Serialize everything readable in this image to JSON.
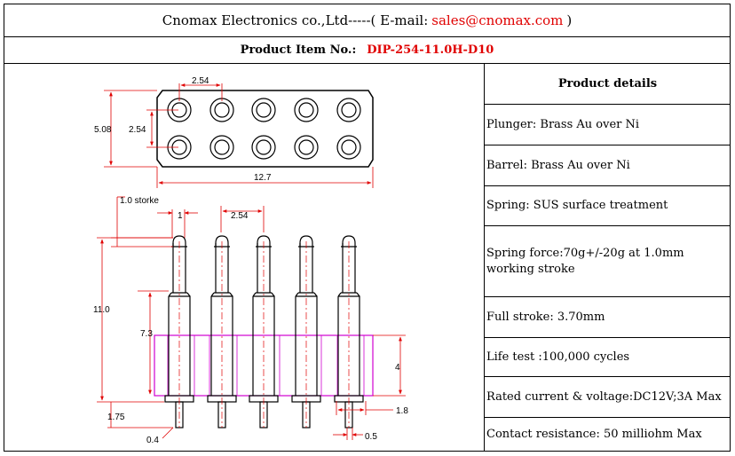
{
  "header": {
    "company": "Cnomax Electronics co.,Ltd-----( E-mail:",
    "email": "sales@cnomax.com",
    "close": ")"
  },
  "item": {
    "label": "Product Item No.:",
    "number": "DIP-254-11.0H-D10"
  },
  "details": {
    "heading": "Product details",
    "rows": [
      "Plunger: Brass Au over Ni",
      "Barrel: Brass Au over Ni",
      "Spring: SUS surface treatment",
      "Spring force:70g+/-20g at 1.0mm working stroke",
      "Full stroke: 3.70mm",
      "Life test :100,000 cycles",
      "Rated current & voltage:DC12V;3A Max",
      "Contact resistance: 50 milliohm Max"
    ]
  },
  "drawing": {
    "top_view": {
      "pitch": "2.54",
      "row_pitch": "2.54",
      "height": "5.08",
      "width": "12.7"
    },
    "side_view": {
      "stroke": "1.0 storke",
      "tip": "1",
      "pitch": "2.54",
      "total_height": "11.0",
      "body_height": "7.3",
      "insulator_height": "4",
      "tail_length": "1.75",
      "tail_diameter": "0.4",
      "collar_diameter": "1.8",
      "pin_diameter": "0.5"
    },
    "colors": {
      "dimension": "#e00000",
      "insulator": "#d000d0",
      "outline": "#000000"
    }
  }
}
